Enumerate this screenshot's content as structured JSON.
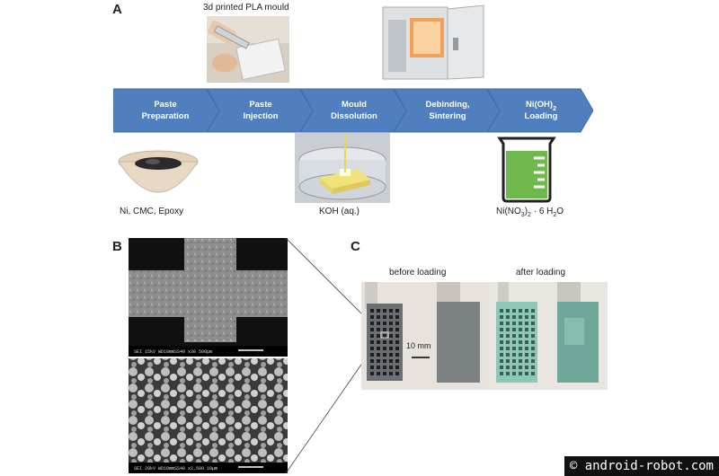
{
  "panels": {
    "a": "A",
    "b": "B",
    "c": "C"
  },
  "mould_caption": "3d printed PLA mould",
  "process_steps": [
    {
      "line1": "Paste",
      "line2": "Preparation"
    },
    {
      "line1": "Paste",
      "line2": "Injection"
    },
    {
      "line1": "Mould",
      "line2": "Dissolution"
    },
    {
      "line1": "Debinding,",
      "line2": "Sintering"
    },
    {
      "line1": "Ni(OH)",
      "line1_sub": "2",
      "line2": "Loading"
    }
  ],
  "captions": {
    "paste_materials": "Ni, CMC, Epoxy",
    "koh": "KOH (aq.)",
    "nitrate_prefix": "Ni(NO",
    "nitrate_sub1": "3",
    "nitrate_mid": ")",
    "nitrate_sub2": "2",
    "nitrate_suffix": " · 6 H",
    "nitrate_sub3": "2",
    "nitrate_end": "O"
  },
  "sem": {
    "top_info": [
      "SEI",
      "15kV",
      "WD10mmSS40",
      "x30",
      "500μm"
    ],
    "bottom_info": [
      "SEI",
      "20kV",
      "WD10mmSS40",
      "x2,500",
      "10μm"
    ]
  },
  "photos": {
    "before": "before loading",
    "after": "after loading",
    "scale": "10 mm"
  },
  "watermark": "© android-robot.com",
  "colors": {
    "arrow": "#4f7fbe",
    "arrow_dark": "#3d6aa5",
    "beaker": "#6fb84e"
  }
}
